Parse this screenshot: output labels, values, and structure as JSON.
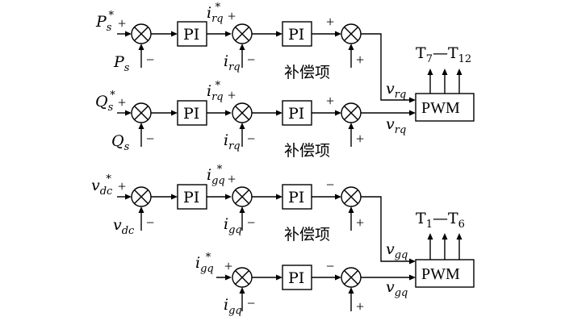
{
  "row1": {
    "ref": {
      "base": "P",
      "sub": "s",
      "sup": "*"
    },
    "fb": {
      "base": "P",
      "sub": "s"
    },
    "pi1": "PI",
    "inner_ref": {
      "base": "i",
      "sub": "rq",
      "sup": "*"
    },
    "inner_fb": {
      "base": "i",
      "sub": "rq"
    },
    "pi2": "PI",
    "comp": "补偿项",
    "out": {
      "base": "v",
      "sub": "rq"
    }
  },
  "row2": {
    "ref": {
      "base": "Q",
      "sub": "s",
      "sup": "*"
    },
    "fb": {
      "base": "Q",
      "sub": "s"
    },
    "pi1": "PI",
    "inner_ref": {
      "base": "i",
      "sub": "rq",
      "sup": "*"
    },
    "inner_fb": {
      "base": "i",
      "sub": "rq"
    },
    "pi2": "PI",
    "comp": "补偿项",
    "out": {
      "base": "v",
      "sub": "rq"
    }
  },
  "row3": {
    "ref": {
      "base": "v",
      "sub": "dc",
      "sup": "*"
    },
    "fb": {
      "base": "v",
      "sub": "dc"
    },
    "pi1": "PI",
    "inner_ref": {
      "base": "i",
      "sub": "gq",
      "sup": "*"
    },
    "inner_fb": {
      "base": "i",
      "sub": "gq"
    },
    "pi2": "PI",
    "comp": "补偿项",
    "out": {
      "base": "v",
      "sub": "gq"
    }
  },
  "row4": {
    "inner_ref": {
      "base": "i",
      "sub": "gq",
      "sup": "*"
    },
    "inner_fb": {
      "base": "i",
      "sub": "gq"
    },
    "pi2": "PI",
    "out": {
      "base": "v",
      "sub": "gq"
    }
  },
  "pwm_top": {
    "label": "PWM",
    "out_a": "T",
    "out_a_sub": "7",
    "dash": "—",
    "out_b": "T",
    "out_b_sub": "12"
  },
  "pwm_bottom": {
    "label": "PWM",
    "out_a": "T",
    "out_a_sub": "1",
    "dash": "—",
    "out_b": "T",
    "out_b_sub": "6"
  },
  "signs": {
    "plus": "+",
    "minus": "−"
  }
}
